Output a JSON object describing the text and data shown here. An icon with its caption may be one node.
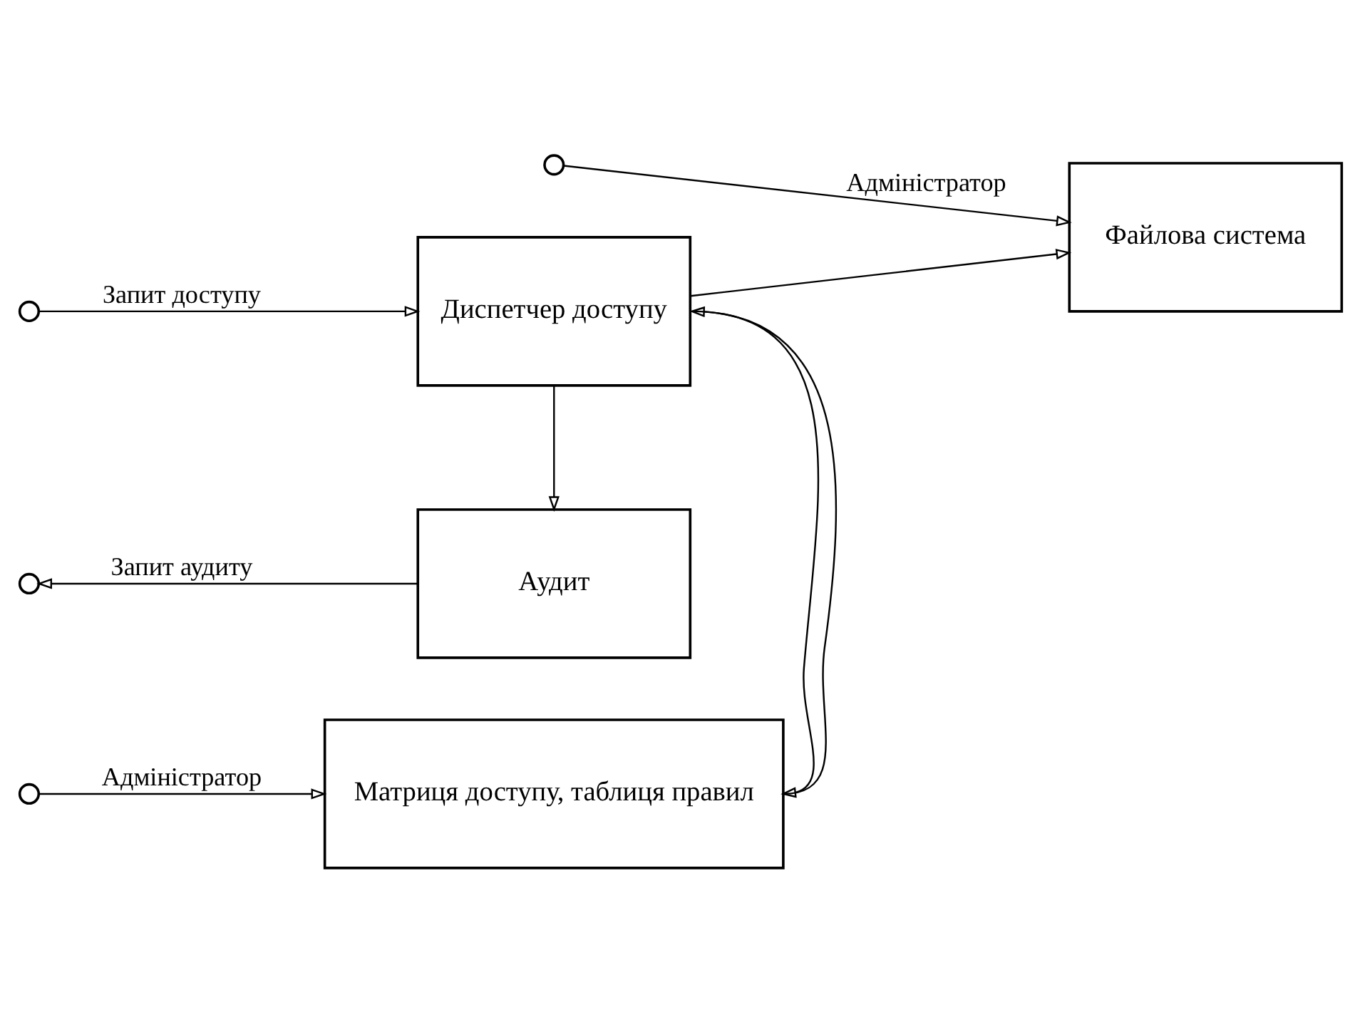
{
  "diagram": {
    "nodes": [
      {
        "text": [
          "Диспетчер доступу"
        ]
      },
      {
        "text": [
          "Файлова система"
        ]
      },
      {
        "text": [
          "Аудит"
        ]
      },
      {
        "text": [
          "Матриця доступу, таблиця правил"
        ]
      },
      {
        "text": [],
        "shape": "circle"
      },
      {
        "text": [],
        "shape": "circle"
      },
      {
        "text": [],
        "shape": "circle"
      },
      {
        "text": [],
        "shape": "circle"
      }
    ],
    "edges": [
      {
        "from": 4,
        "to": 0,
        "arrow": "to",
        "label": "Запит доступу"
      },
      {
        "from": 0,
        "to": 1,
        "arrow": "to"
      },
      {
        "from": 5,
        "to": 1,
        "arrow": "to",
        "label": "Адміністратор"
      },
      {
        "from": 0,
        "to": 3,
        "arrow": "to"
      },
      {
        "from": 0,
        "to": 2,
        "arrow": "to"
      },
      {
        "from": 3,
        "to": 0,
        "arrow": "to"
      },
      {
        "from": 2,
        "to": 6,
        "arrow": "to",
        "label": "Запит аудиту"
      },
      {
        "from": 7,
        "to": 3,
        "arrow": "to",
        "label": "Адміністратор"
      }
    ]
  }
}
